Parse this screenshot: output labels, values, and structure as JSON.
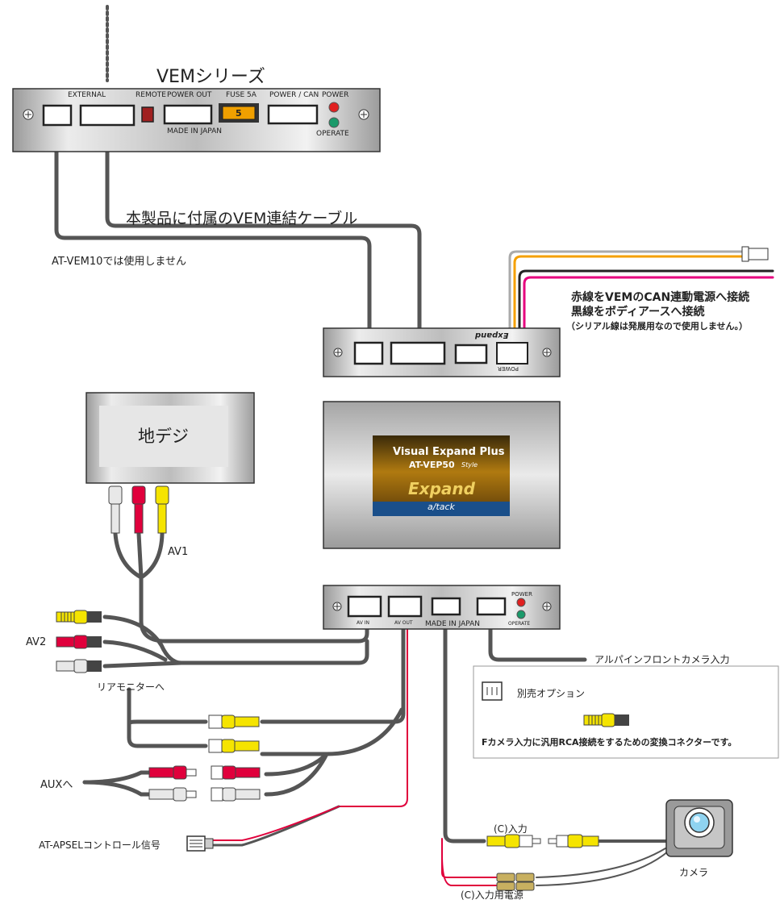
{
  "vem": {
    "title": "VEMシリーズ",
    "external": "EXTERNAL",
    "remote": "REMOTE",
    "power_out": "POWER OUT",
    "fuse": "FUSE 5A",
    "fuse_value": "5",
    "power_can": "POWER / CAN",
    "power": "POWER",
    "operate": "OPERATE",
    "made_in": "MADE IN JAPAN"
  },
  "cable_label": "本製品に付属のVEM連結ケーブル",
  "not_used_label": "AT-VEM10では使用しません",
  "expand_top": {
    "logo": "Expand",
    "power": "POWER"
  },
  "wiring_note": {
    "line1": "赤線をVEMのCAN連動電源へ接続",
    "line2": "黒線をボディアースへ接続",
    "line3": "（シリアル線は発展用なので使用しません。）"
  },
  "tuner": {
    "label": "地デジ"
  },
  "product": {
    "line1": "Visual Expand Plus",
    "line2": "AT-VEP50",
    "line2_suffix": "Style",
    "logo": "Expand",
    "brand": "a/tack"
  },
  "av1": "AV1",
  "av2": "AV2",
  "lower_unit": {
    "av_in": "AV IN",
    "av_out": "AV OUT",
    "made_in": "MADE IN JAPAN",
    "power": "POWER",
    "operate": "OPERATE"
  },
  "front_cam": "アルパインフロントカメラ入力",
  "option": {
    "title": "別売オプション",
    "desc": "Fカメラ入力に汎用RCA接続をするための変換コネクターです。"
  },
  "rear_monitor": "リアモニターへ",
  "aux": "AUXへ",
  "c_input": "(C)入力",
  "camera": "カメラ",
  "c_power": "(C)入力用電源",
  "apsel": "AT-APSELコントロール信号",
  "colors": {
    "cable": "#555555",
    "red": "#e0003c",
    "yellow": "#f5e400",
    "white": "#e8e8e8",
    "orange": "#f5a000",
    "pink": "#e6007e",
    "fuse": "#f0a000",
    "led_red": "#e02020",
    "led_green": "#1a9a6a",
    "panel_blue": "#1a4f8a"
  },
  "icons": [
    "screw-icon",
    "led-icon",
    "rca-plug-icon",
    "camera-lens-icon",
    "connector-icon"
  ]
}
